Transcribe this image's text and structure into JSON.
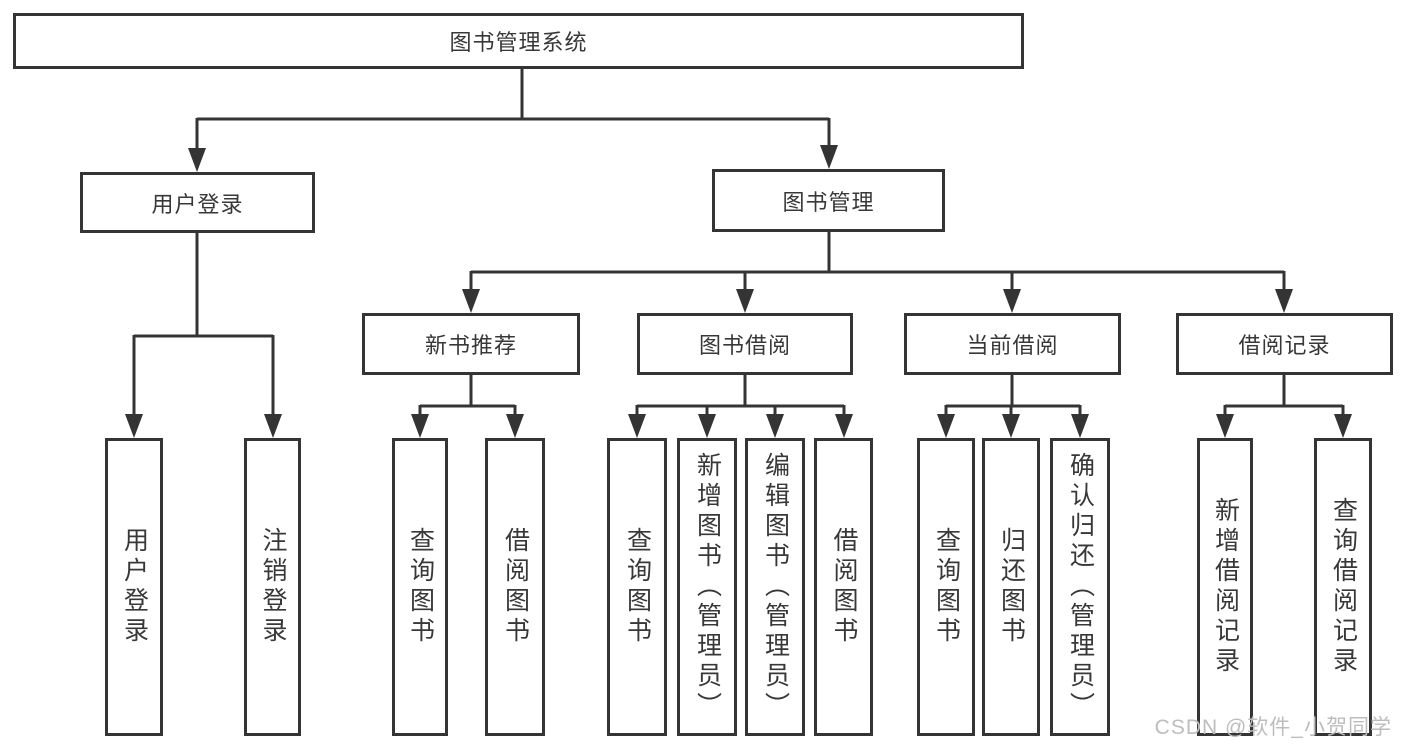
{
  "tree": {
    "label": "图书管理系统",
    "children": [
      {
        "label": "用户登录",
        "children": [
          {
            "label": "用户登录"
          },
          {
            "label": "注销登录"
          }
        ]
      },
      {
        "label": "图书管理",
        "children": [
          {
            "label": "新书推荐",
            "children": [
              {
                "label": "查询图书"
              },
              {
                "label": "借阅图书"
              }
            ]
          },
          {
            "label": "图书借阅",
            "children": [
              {
                "label": "查询图书"
              },
              {
                "label": "新增图书（管理员）"
              },
              {
                "label": "编辑图书（管理员）"
              },
              {
                "label": "借阅图书"
              }
            ]
          },
          {
            "label": "当前借阅",
            "children": [
              {
                "label": "查询图书"
              },
              {
                "label": "归还图书"
              },
              {
                "label": "确认归还（管理员）"
              }
            ]
          },
          {
            "label": "借阅记录",
            "children": [
              {
                "label": "新增借阅记录"
              },
              {
                "label": "查询借阅记录"
              }
            ]
          }
        ]
      }
    ]
  },
  "watermark": "CSDN @软件_小贺同学",
  "colors": {
    "line": "#343434",
    "text": "#383838",
    "watermark": "#bdbdbd",
    "background": "#ffffff"
  }
}
